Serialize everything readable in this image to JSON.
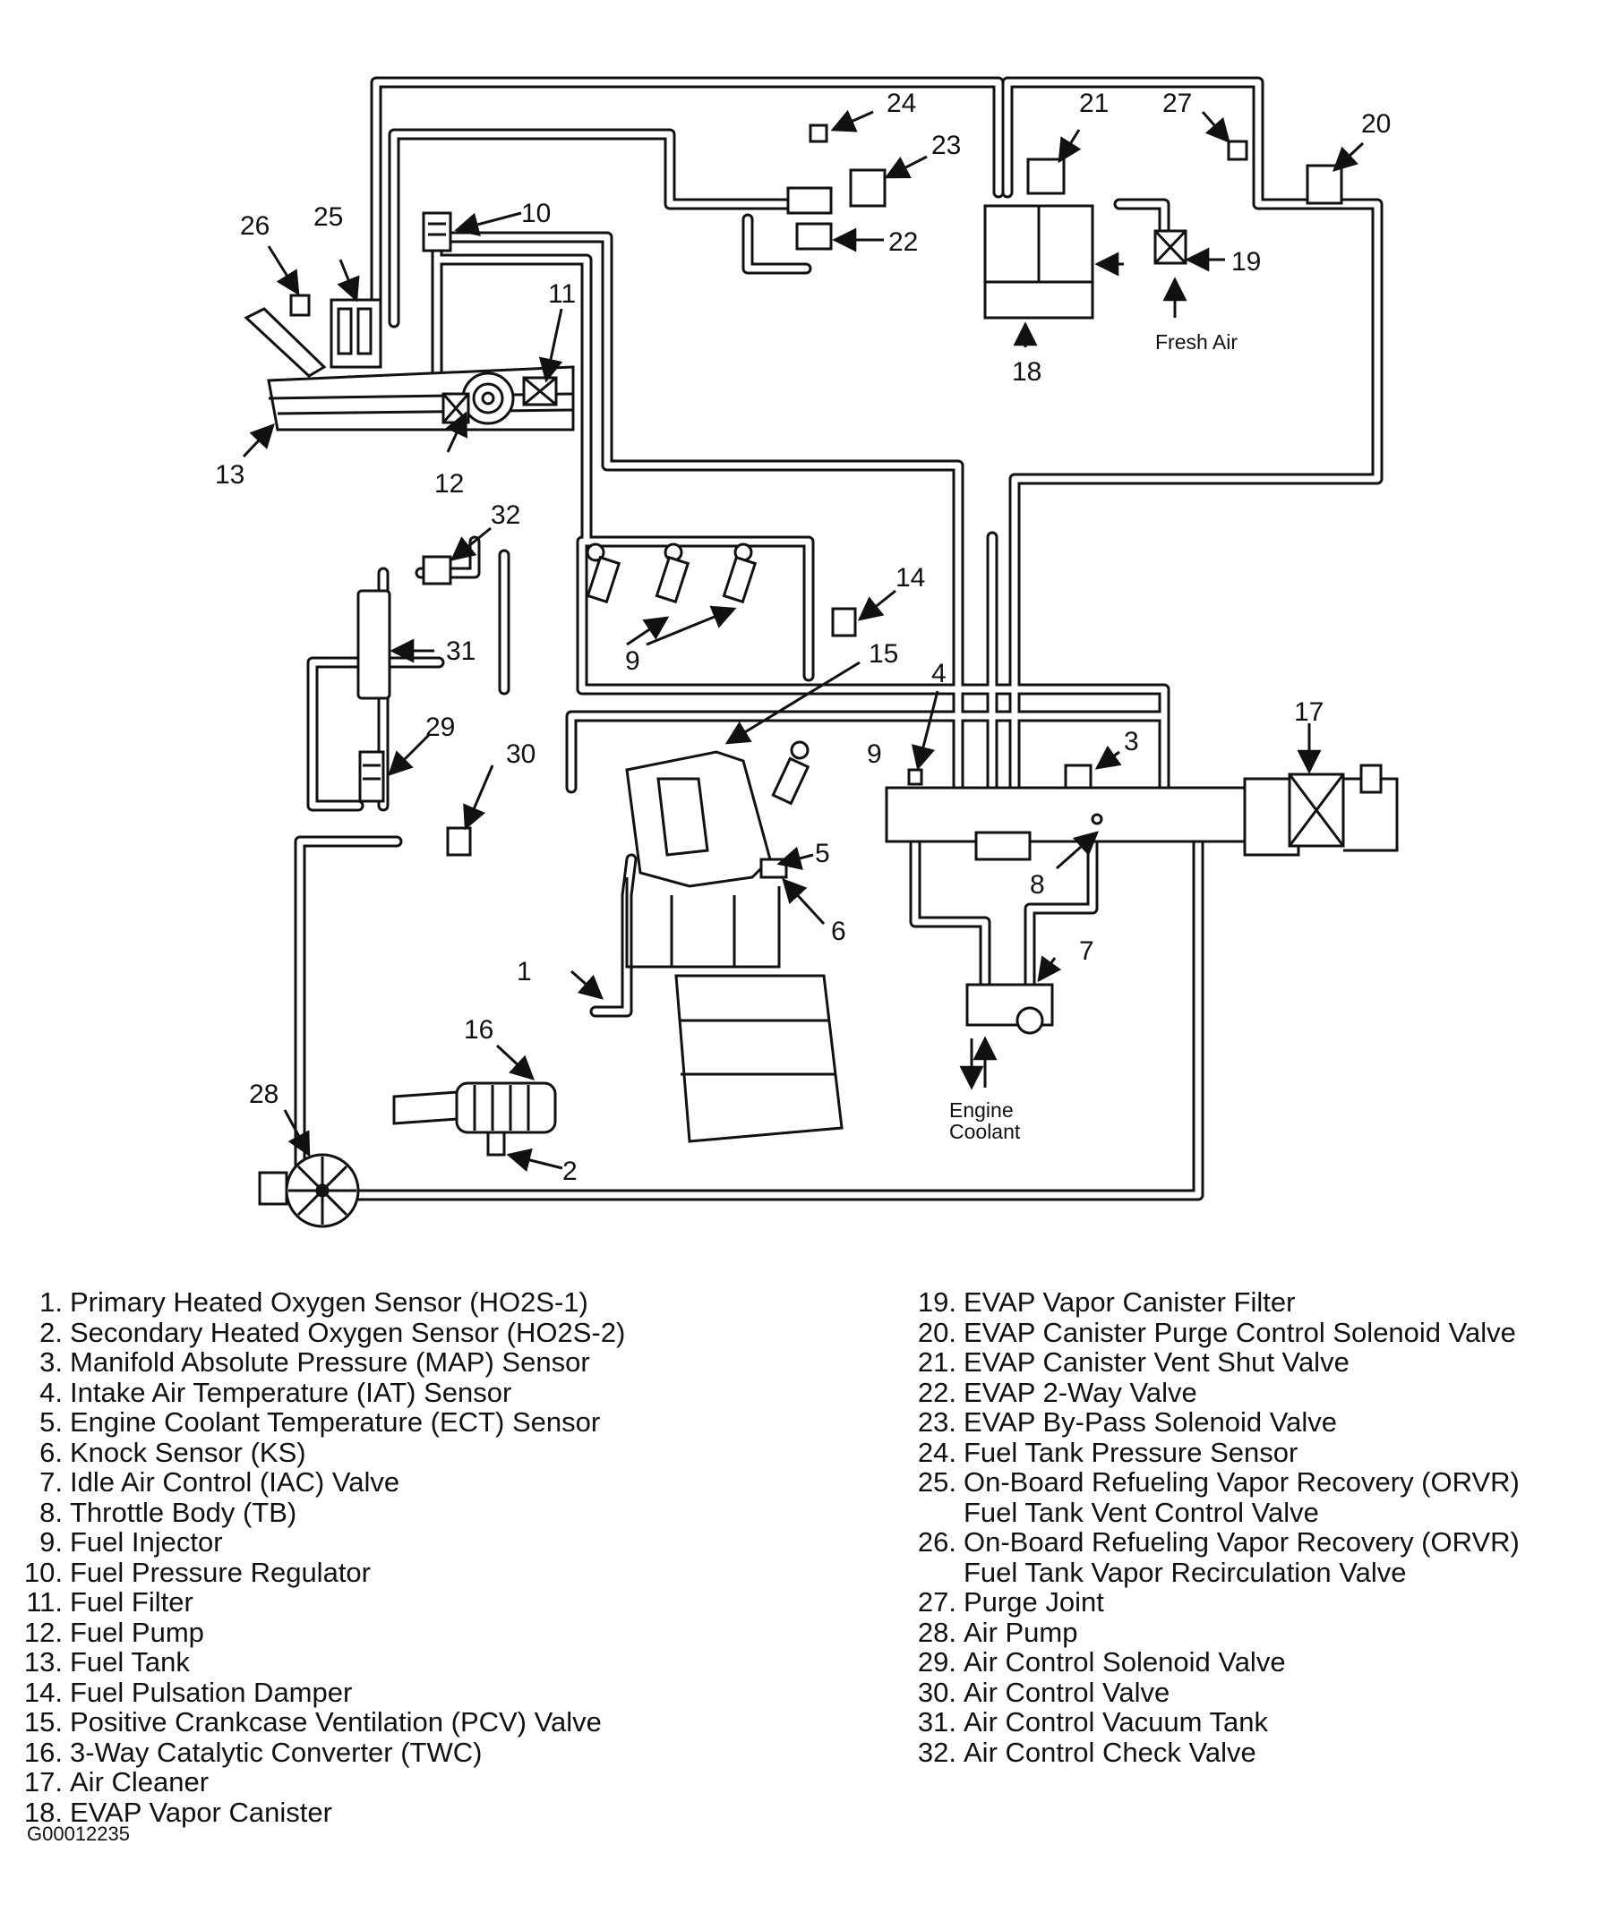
{
  "diagram": {
    "callouts": [
      "1",
      "2",
      "3",
      "4",
      "5",
      "6",
      "7",
      "8",
      "9",
      "9",
      "10",
      "11",
      "12",
      "13",
      "14",
      "15",
      "16",
      "17",
      "18",
      "19",
      "20",
      "21",
      "22",
      "23",
      "24",
      "25",
      "26",
      "27",
      "28",
      "29",
      "30",
      "31",
      "32"
    ],
    "notes": {
      "fresh_air": "Fresh Air",
      "engine_coolant_1": "Engine",
      "engine_coolant_2": "Coolant"
    }
  },
  "legend_left": [
    {
      "num": "1.",
      "text": "Primary Heated Oxygen Sensor (HO2S-1)"
    },
    {
      "num": "2.",
      "text": "Secondary Heated Oxygen Sensor (HO2S-2)"
    },
    {
      "num": "3.",
      "text": "Manifold Absolute Pressure (MAP) Sensor"
    },
    {
      "num": "4.",
      "text": "Intake Air Temperature (IAT) Sensor"
    },
    {
      "num": "5.",
      "text": "Engine Coolant Temperature (ECT) Sensor"
    },
    {
      "num": "6.",
      "text": "Knock Sensor (KS)"
    },
    {
      "num": "7.",
      "text": "Idle Air Control (IAC) Valve"
    },
    {
      "num": "8.",
      "text": "Throttle Body (TB)"
    },
    {
      "num": "9.",
      "text": "Fuel Injector"
    },
    {
      "num": "10.",
      "text": "Fuel Pressure Regulator"
    },
    {
      "num": "11.",
      "text": "Fuel Filter"
    },
    {
      "num": "12.",
      "text": "Fuel Pump"
    },
    {
      "num": "13.",
      "text": "Fuel Tank"
    },
    {
      "num": "14.",
      "text": "Fuel Pulsation Damper"
    },
    {
      "num": "15.",
      "text": "Positive Crankcase Ventilation (PCV) Valve"
    },
    {
      "num": "16.",
      "text": "3-Way Catalytic Converter (TWC)"
    },
    {
      "num": "17.",
      "text": "Air Cleaner"
    },
    {
      "num": "18.",
      "text": "EVAP Vapor Canister"
    }
  ],
  "legend_right": [
    {
      "num": "19.",
      "text": "EVAP Vapor Canister Filter"
    },
    {
      "num": "20.",
      "text": "EVAP Canister Purge Control Solenoid Valve"
    },
    {
      "num": "21.",
      "text": "EVAP Canister Vent  Shut Valve"
    },
    {
      "num": "22.",
      "text": "EVAP 2-Way Valve"
    },
    {
      "num": "23.",
      "text": "EVAP By-Pass Solenoid Valve"
    },
    {
      "num": "24.",
      "text": "Fuel Tank Pressure Sensor"
    },
    {
      "num": "25.",
      "text": "On-Board Refueling Vapor Recovery (ORVR)"
    },
    {
      "num": "",
      "text": "Fuel Tank Vent Control Valve"
    },
    {
      "num": "26.",
      "text": "On-Board Refueling Vapor Recovery (ORVR)"
    },
    {
      "num": "",
      "text": "Fuel Tank Vapor Recirculation Valve"
    },
    {
      "num": "27.",
      "text": "Purge Joint"
    },
    {
      "num": "28.",
      "text": "Air Pump"
    },
    {
      "num": "29.",
      "text": "Air Control Solenoid Valve"
    },
    {
      "num": "30.",
      "text": "Air Control Valve"
    },
    {
      "num": "31.",
      "text": "Air Control Vacuum Tank"
    },
    {
      "num": "32.",
      "text": "Air Control Check Valve"
    }
  ],
  "figure_id": "G00012235",
  "colors": {
    "ink": "#111111",
    "background": "#ffffff"
  }
}
